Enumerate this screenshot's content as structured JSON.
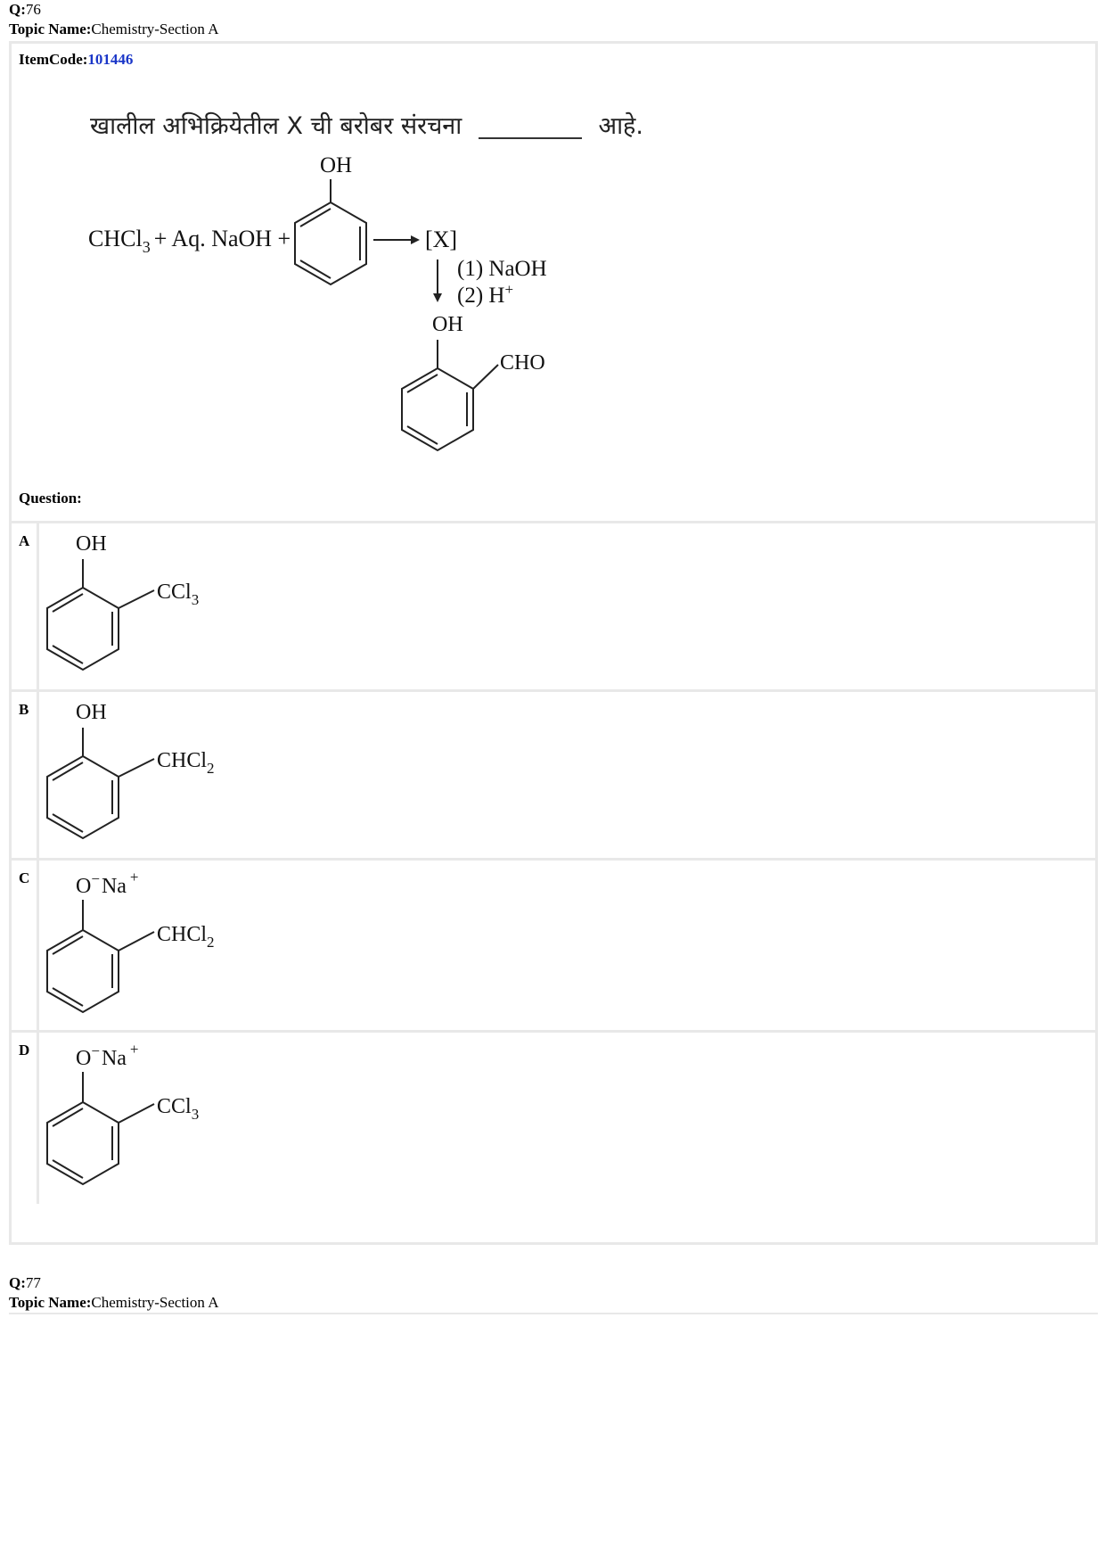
{
  "questions": [
    {
      "q_label": "Q:",
      "q_number": "76",
      "topic_label": "Topic Name:",
      "topic": "Chemistry-Section A"
    },
    {
      "q_label": "Q:",
      "q_number": "77",
      "topic_label": "Topic Name:",
      "topic": "Chemistry-Section A"
    }
  ],
  "item": {
    "item_code_label": "ItemCode:",
    "item_code": "101446",
    "question_label": "Question:",
    "stem_text_before": "खालील अभिक्रियेतील X ची बरोबर संरचना",
    "stem_text_after": "आहे.",
    "reaction": {
      "reactants": "CHCl",
      "reactants_sub": "3",
      "reactants_rest": "+ Aq. NaOH +",
      "phenol_oh": "OH",
      "product_x": "[X]",
      "step1": "(1) NaOH",
      "step2": "(2) H",
      "step2_sup": "+",
      "final_oh": "OH",
      "final_group": "CHO"
    }
  },
  "options": [
    {
      "letter": "A",
      "top_group": "OH",
      "side_group": "CCl",
      "side_sub": "3"
    },
    {
      "letter": "B",
      "top_group": "OH",
      "side_group": "CHCl",
      "side_sub": "2"
    },
    {
      "letter": "C",
      "top_group": "O",
      "top_charge": "−",
      "counter_ion": "Na",
      "ion_charge": "+",
      "side_group": "CHCl",
      "side_sub": "2"
    },
    {
      "letter": "D",
      "top_group": "O",
      "top_charge": "−",
      "counter_ion": "Na",
      "ion_charge": "+",
      "side_group": "CCl",
      "side_sub": "3"
    }
  ]
}
